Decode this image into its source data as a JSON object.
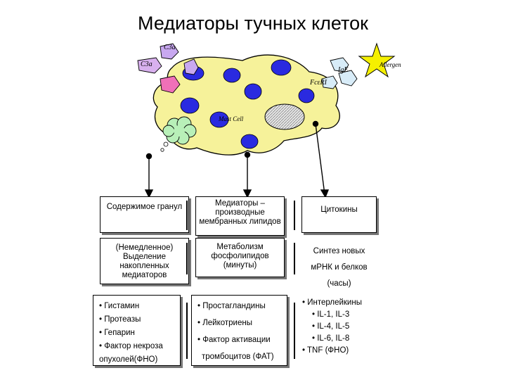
{
  "title": "Медиаторы тучных клеток",
  "cell_labels": {
    "c3a_top": "C3a",
    "c3a_left": "C3a",
    "ige": "IgE",
    "fcer": "FcεRI",
    "allergen": "Allergen",
    "mast_cell": "Mast Cell"
  },
  "columns": [
    {
      "header": "Содержимое гранул",
      "timing": "(Немедленное) Выделение накопленных медиаторов",
      "items": [
        "• Гистамин",
        "• Протеазы",
        "• Гепарин",
        "• Фактор некроза",
        "опухолей(ФНО)"
      ]
    },
    {
      "header": "Медиаторы – производные мембранных липидов",
      "timing": "Метаболизм фосфолипидов (минуты)",
      "items": [
        "• Простагландины",
        "• Лейкотриены",
        "• Фактор активации",
        "тромбоцитов (ФАТ)"
      ]
    },
    {
      "header": "Цитокины",
      "timing_line1": "Синтез новых",
      "timing_line2": "мРНК и белков",
      "timing_line3": "(часы)",
      "items": [
        "• Интерлейкины",
        "• IL-1, IL-3",
        "• IL-4, IL-5",
        "• IL-6, IL-8",
        "• TNF (ФНО)"
      ]
    }
  ],
  "colors": {
    "cell_fill": "#f6f29a",
    "granule_fill": "#2a2ae0",
    "nucleus_fill": "#d8d8d8",
    "receptor_fill": "#c8a8f0",
    "c3a_left_fill": "#d8b0ee",
    "c3a_pink_fill": "#f070b8",
    "ige_fill": "#d8ecf8",
    "allergen_fill": "#f5f000",
    "cloud_fill": "#b8f0b8"
  }
}
